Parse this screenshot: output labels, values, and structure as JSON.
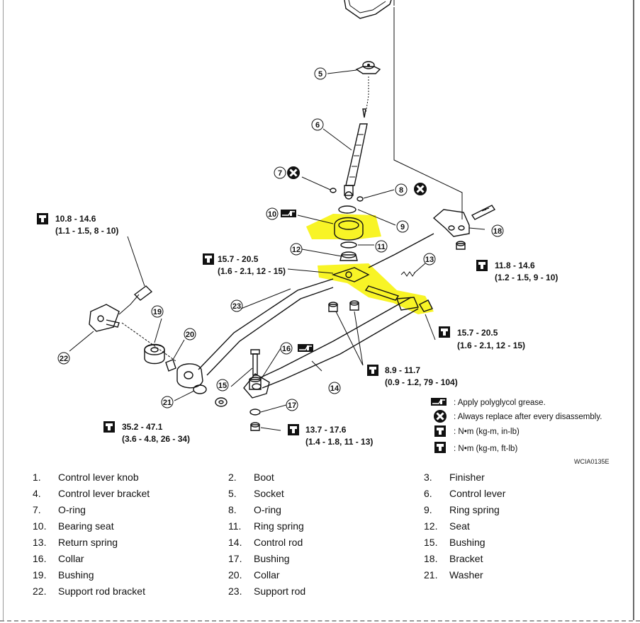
{
  "torque_specs": [
    {
      "id": "t1",
      "nm": "10.8 - 14.6",
      "alt": "(1.1 - 1.5, 8 - 10)"
    },
    {
      "id": "t2",
      "nm": "15.7 - 20.5",
      "alt": "(1.6 - 2.1, 12 - 15)"
    },
    {
      "id": "t3",
      "nm": "11.8 - 14.6",
      "alt": "(1.2 - 1.5, 9 - 10)"
    },
    {
      "id": "t4",
      "nm": "15.7 - 20.5",
      "alt": "(1.6 - 2.1, 12 - 15)"
    },
    {
      "id": "t5",
      "nm": "8.9 - 11.7",
      "alt": "(0.9 - 1.2, 79 - 104)"
    },
    {
      "id": "t6",
      "nm": "35.2 - 47.1",
      "alt": "(3.6 - 4.8, 26 - 34)"
    },
    {
      "id": "t7",
      "nm": "13.7 - 17.6",
      "alt": "(1.4 - 1.8, 11 - 13)"
    }
  ],
  "callouts": [
    "5",
    "6",
    "7",
    "8",
    "9",
    "10",
    "11",
    "12",
    "13",
    "14",
    "15",
    "16",
    "17",
    "18",
    "19",
    "20",
    "21",
    "22",
    "23"
  ],
  "legend": {
    "grease": ": Apply polyglycol grease.",
    "replace": ": Always replace after every disassembly.",
    "in_lb": ": N•m (kg-m, in-lb)",
    "ft_lb": ": N•m (kg-m, ft-lb)"
  },
  "figure_code": "WCIA0135E",
  "highlight_color": "#f7f200",
  "icons": [
    "torque-wrench-icon",
    "grease-icon",
    "always-replace-icon"
  ],
  "parts": [
    {
      "num": "1.",
      "name": "Control lever knob"
    },
    {
      "num": "2.",
      "name": "Boot"
    },
    {
      "num": "3.",
      "name": "Finisher"
    },
    {
      "num": "4.",
      "name": "Control lever bracket"
    },
    {
      "num": "5.",
      "name": "Socket"
    },
    {
      "num": "6.",
      "name": "Control lever"
    },
    {
      "num": "7.",
      "name": "O-ring"
    },
    {
      "num": "8.",
      "name": "O-ring"
    },
    {
      "num": "9.",
      "name": "Ring spring"
    },
    {
      "num": "10.",
      "name": "Bearing seat"
    },
    {
      "num": "11.",
      "name": "Ring spring"
    },
    {
      "num": "12.",
      "name": "Seat"
    },
    {
      "num": "13.",
      "name": "Return spring"
    },
    {
      "num": "14.",
      "name": "Control rod"
    },
    {
      "num": "15.",
      "name": "Bushing"
    },
    {
      "num": "16.",
      "name": "Collar"
    },
    {
      "num": "17.",
      "name": "Bushing"
    },
    {
      "num": "18.",
      "name": "Bracket"
    },
    {
      "num": "19.",
      "name": "Bushing"
    },
    {
      "num": "20.",
      "name": "Collar"
    },
    {
      "num": "21.",
      "name": "Washer"
    },
    {
      "num": "22.",
      "name": "Support rod bracket"
    },
    {
      "num": "23.",
      "name": "Support rod"
    }
  ]
}
